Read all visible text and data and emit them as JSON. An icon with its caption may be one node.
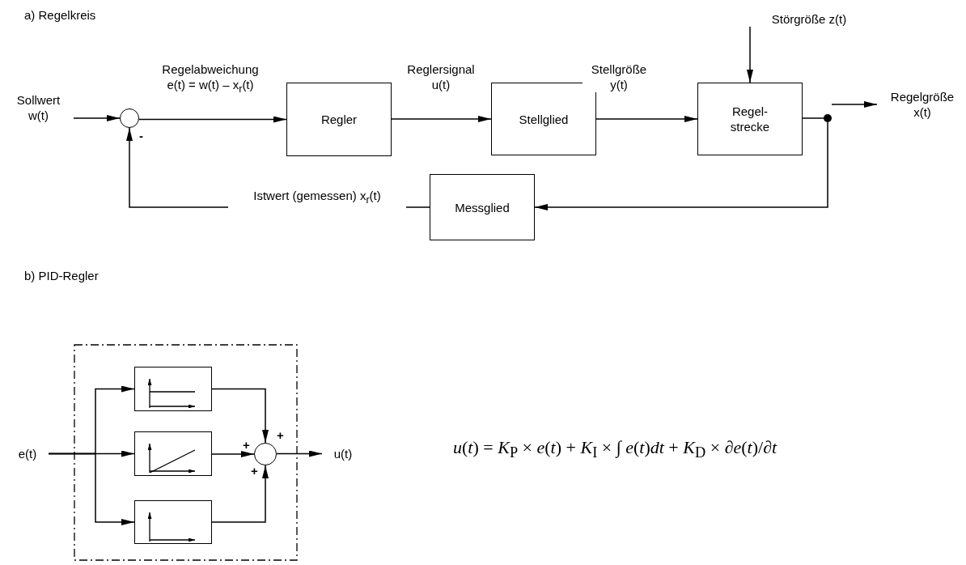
{
  "diagram": {
    "nodes": [
      {
        "text": [
          "Sollwert w(t)"
        ]
      },
      {
        "text": [],
        "shape": "circle",
        "beside": [
          "-"
        ]
      },
      {
        "text": [
          "Regler"
        ]
      },
      {
        "text": [
          "Stellglied"
        ]
      },
      {
        "text": [
          "Regel- strecke"
        ]
      },
      {
        "text": [
          "Störgröße z(t)"
        ]
      },
      {
        "text": [],
        "shape": "dot"
      },
      {
        "text": [
          "Regelgröße x(t)"
        ]
      },
      {
        "text": [
          "Messglied"
        ]
      },
      {
        "text": [
          "e(t)"
        ]
      },
      {
        "text": [],
        "shape": "box"
      },
      {
        "text": [],
        "shape": "box",
        "in": 10
      },
      {
        "text": [],
        "shape": "box",
        "in": 10
      },
      {
        "text": [],
        "shape": "box",
        "in": 10
      },
      {
        "text": [],
        "shape": "circle",
        "in": 10,
        "beside": [
          "+",
          "+",
          "+"
        ]
      },
      {
        "text": [
          "u(t)"
        ]
      }
    ],
    "edges": [
      {
        "from": 0,
        "to": 1,
        "arrow": "to"
      },
      {
        "from": 1,
        "to": 2,
        "arrow": "to",
        "label": "Regelabweichung e(t) = w(t) – x$_{r}$(t)"
      },
      {
        "from": 2,
        "to": 3,
        "arrow": "to",
        "label": "Reglersignal u(t)"
      },
      {
        "from": 3,
        "to": 4,
        "arrow": "to",
        "label": "Stellgröße y(t)"
      },
      {
        "from": 5,
        "to": 4,
        "arrow": "to"
      },
      {
        "from": 4,
        "to": 6,
        "arrow": "none"
      },
      {
        "from": 6,
        "to": 7,
        "arrow": "to"
      },
      {
        "from": 6,
        "to": 8,
        "arrow": "to"
      },
      {
        "from": 8,
        "to": 1,
        "arrow": "to",
        "label": "Istwert (gemessen) x$_{r}$(t)"
      },
      {
        "from": 9,
        "to": 11,
        "arrow": "to"
      },
      {
        "from": 9,
        "to": 12,
        "arrow": "to"
      },
      {
        "from": 9,
        "to": 13,
        "arrow": "to"
      },
      {
        "from": 11,
        "to": 14,
        "arrow": "to"
      },
      {
        "from": 12,
        "to": 14,
        "arrow": "to"
      },
      {
        "from": 13,
        "to": 14,
        "arrow": "to"
      },
      {
        "from": 14,
        "to": 15,
        "arrow": "to"
      }
    ],
    "labels": [
      "a) Regelkreis",
      "b) PID-Regler",
      "*u*(*t*) = *K*$_{P}$ × *e*(*t*) + *K*$_{I}$ × ∫ *e*(*t*)*dt* + *K*$_{D}$ × ∂*e*(*t*)/∂*t*"
    ]
  }
}
